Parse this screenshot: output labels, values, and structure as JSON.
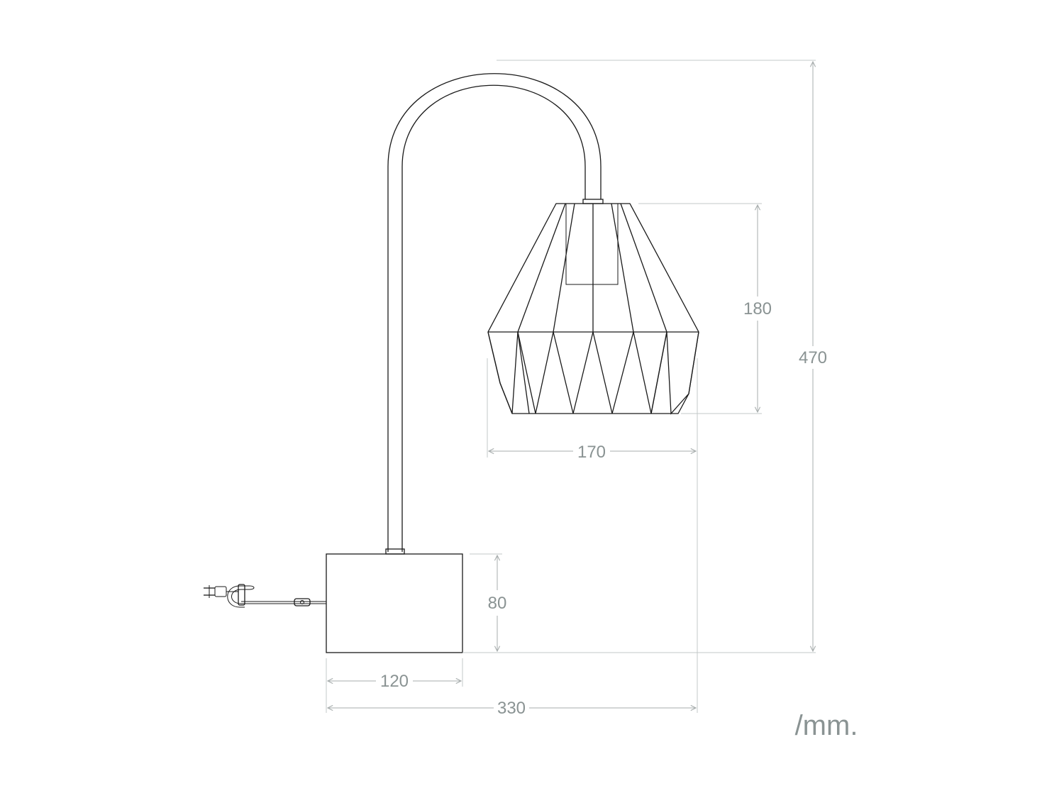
{
  "dimensions": {
    "shade_height": "180",
    "total_height": "470",
    "shade_width": "170",
    "base_height": "80",
    "base_width": "120",
    "total_width": "330"
  },
  "unit": "/mm.",
  "colors": {
    "line": "#1a1a1a",
    "dimension": "#a7adad",
    "dimension_text": "#8a9393"
  }
}
